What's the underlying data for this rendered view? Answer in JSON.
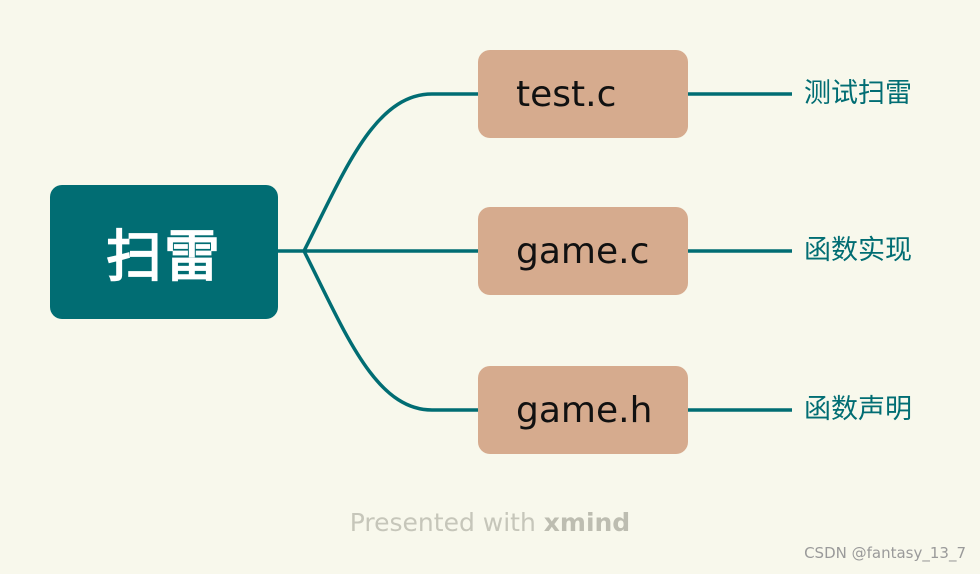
{
  "root": {
    "label": "扫雷"
  },
  "branches": [
    {
      "label": "test.c",
      "note": "测试扫雷"
    },
    {
      "label": "game.c",
      "note": "函数实现"
    },
    {
      "label": "game.h",
      "note": "函数声明"
    }
  ],
  "footer": {
    "prefix": "Presented with",
    "brand": "xmind"
  },
  "watermark": "CSDN @fantasy_13_7",
  "colors": {
    "background": "#f8f8ec",
    "root": "#016d73",
    "branch": "#d6ab8e",
    "line": "#016d73",
    "note_text": "#016d73"
  }
}
